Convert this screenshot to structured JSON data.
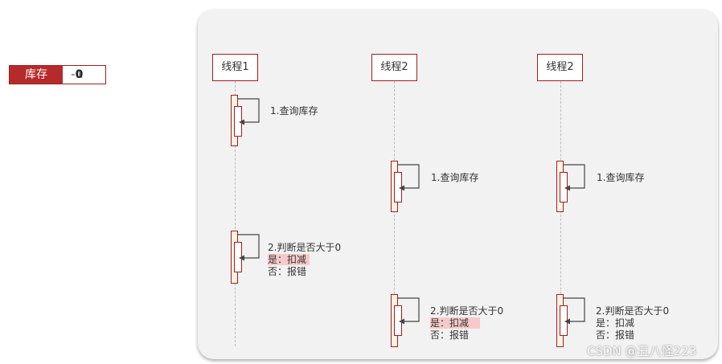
{
  "stock": {
    "label": "库存",
    "value_ghost": "-1",
    "value": "0"
  },
  "threads": [
    {
      "name": "线程1"
    },
    {
      "name": "线程2"
    },
    {
      "name": "线程2"
    }
  ],
  "messages": {
    "query": "1.查询库存",
    "judge": "2.判断是否大于0",
    "yes": "是：扣减",
    "no": "否：报错"
  },
  "watermark": "CSDN @丑八怪223"
}
